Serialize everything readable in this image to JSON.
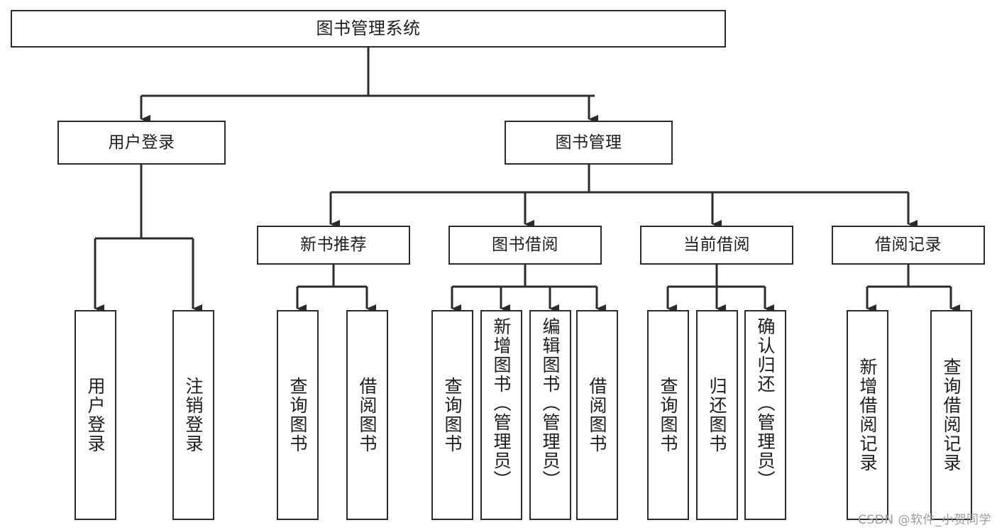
{
  "diagram": {
    "title": "图书管理系统",
    "type": "tree-hierarchy",
    "background_color": "#ffffff",
    "line_color": "#2b2b2b",
    "text_color": "#1d1d1d"
  },
  "nodes": {
    "root": {
      "label": "图书管理系统"
    },
    "level2": [
      {
        "label": "用户登录"
      },
      {
        "label": "图书管理"
      }
    ],
    "level3": [
      {
        "label": "新书推荐"
      },
      {
        "label": "图书借阅"
      },
      {
        "label": "当前借阅"
      },
      {
        "label": "借阅记录"
      }
    ],
    "leaves": {
      "user_login": [
        {
          "label": "用户登录"
        },
        {
          "label": "注销登录"
        }
      ],
      "new_book_recommend": [
        {
          "label": "查询图书"
        },
        {
          "label": "借阅图书"
        }
      ],
      "book_borrow": [
        {
          "label": "查询图书"
        },
        {
          "label": "新增图书（管理员）"
        },
        {
          "label": "编辑图书（管理员）"
        },
        {
          "label": "借阅图书"
        }
      ],
      "current_borrow": [
        {
          "label": "查询图书"
        },
        {
          "label": "归还图书"
        },
        {
          "label": "确认归还（管理员）"
        }
      ],
      "borrow_record": [
        {
          "label": "新增借阅记录"
        },
        {
          "label": "查询借阅记录"
        }
      ]
    }
  },
  "watermark": {
    "text": "CSDN @软件_小贺同学"
  }
}
